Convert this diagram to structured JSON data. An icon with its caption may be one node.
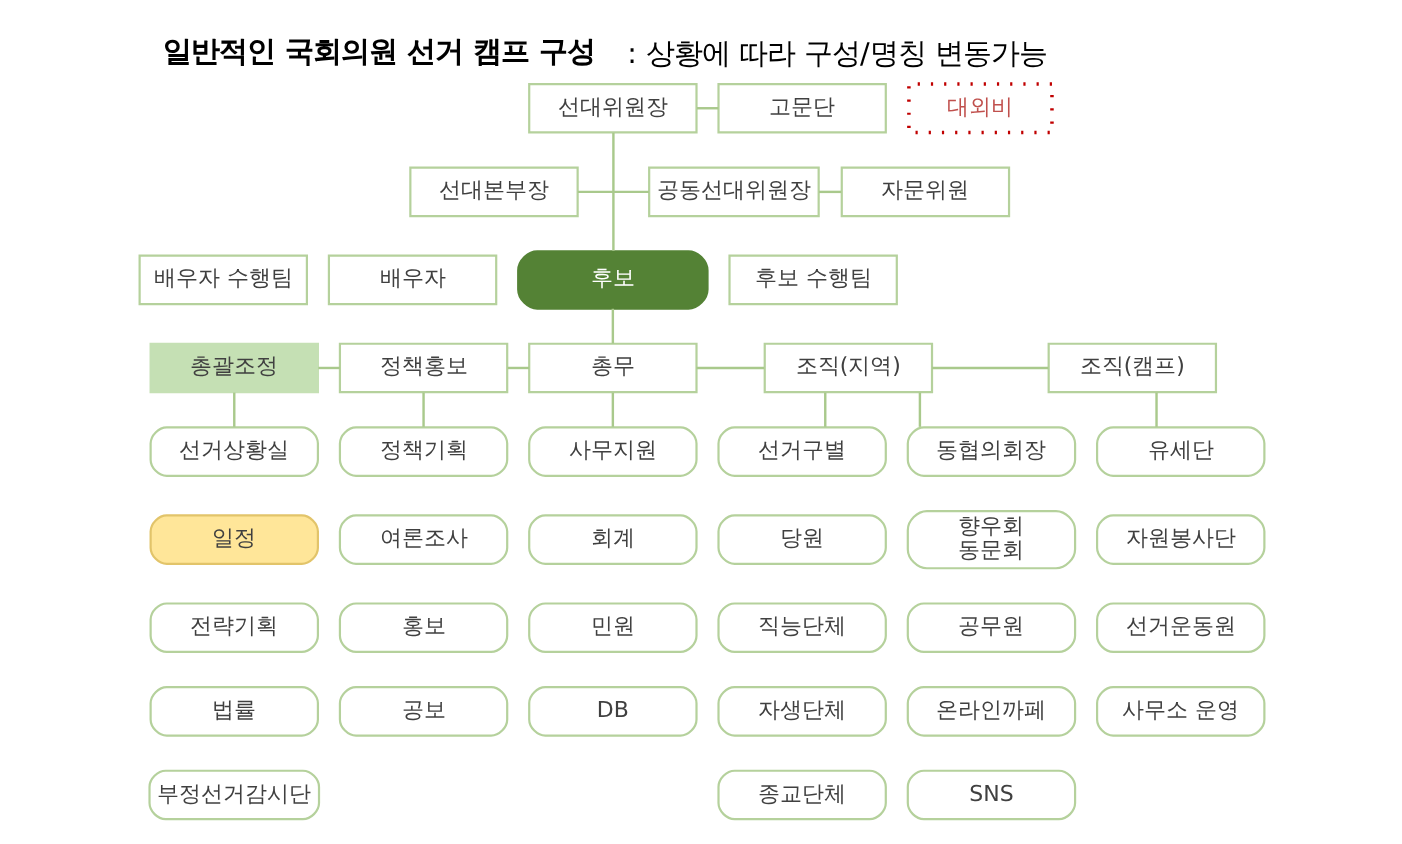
{
  "diagram": {
    "title": "**일반적인 국회의원 선거 캠프 구성** : 상황에 따라 구성/명칭 변동가능",
    "nodes": [
      {
        "text": [
          "대외비"
        ]
      },
      {
        "text": [
          "선대위원장"
        ]
      },
      {
        "text": [
          "고문단"
        ]
      },
      {
        "text": [
          "선대본부장"
        ]
      },
      {
        "text": [
          "공동선대위원장"
        ]
      },
      {
        "text": [
          "자문위원"
        ]
      },
      {
        "text": [
          "배우자 수행팀"
        ]
      },
      {
        "text": [
          "배우자"
        ]
      },
      {
        "text": [
          "후보"
        ]
      },
      {
        "text": [
          "후보 수행팀"
        ]
      },
      {
        "text": [
          "총괄조정"
        ]
      },
      {
        "text": [
          "정책홍보"
        ]
      },
      {
        "text": [
          "총무"
        ]
      },
      {
        "text": [
          "조직(지역)"
        ]
      },
      {
        "text": [
          "조직(캠프)"
        ]
      },
      {
        "text": [
          "선거상황실"
        ]
      },
      {
        "text": [
          "일정"
        ]
      },
      {
        "text": [
          "전략기획"
        ]
      },
      {
        "text": [
          "법률"
        ]
      },
      {
        "text": [
          "부정선거감시단"
        ]
      },
      {
        "text": [
          "정책기획"
        ]
      },
      {
        "text": [
          "여론조사"
        ]
      },
      {
        "text": [
          "홍보"
        ]
      },
      {
        "text": [
          "공보"
        ]
      },
      {
        "text": [
          "사무지원"
        ]
      },
      {
        "text": [
          "회계"
        ]
      },
      {
        "text": [
          "민원"
        ]
      },
      {
        "text": [
          "DB"
        ]
      },
      {
        "text": [
          "선거구별"
        ]
      },
      {
        "text": [
          "동협의회장"
        ]
      },
      {
        "text": [
          "당원"
        ]
      },
      {
        "text": [
          "향우회 동문회"
        ]
      },
      {
        "text": [
          "직능단체"
        ]
      },
      {
        "text": [
          "공무원"
        ]
      },
      {
        "text": [
          "자생단체"
        ]
      },
      {
        "text": [
          "온라인까페"
        ]
      },
      {
        "text": [
          "종교단체"
        ]
      },
      {
        "text": [
          "SNS"
        ]
      },
      {
        "text": [
          "유세단"
        ]
      },
      {
        "text": [
          "자원봉사단"
        ]
      },
      {
        "text": [
          "선거운동원"
        ]
      },
      {
        "text": [
          "사무소 운영"
        ]
      }
    ],
    "edges": [
      {
        "from": 1,
        "to": 2,
        "arrow": "none"
      },
      {
        "from": 1,
        "to": 8,
        "arrow": "none"
      },
      {
        "from": 3,
        "to": 4,
        "arrow": "none"
      },
      {
        "from": 4,
        "to": 5,
        "arrow": "none"
      },
      {
        "from": 8,
        "to": 12,
        "arrow": "none"
      },
      {
        "from": 10,
        "to": 11,
        "arrow": "none"
      },
      {
        "from": 11,
        "to": 12,
        "arrow": "none"
      },
      {
        "from": 12,
        "to": 13,
        "arrow": "none"
      },
      {
        "from": 13,
        "to": 14,
        "arrow": "none"
      },
      {
        "from": 10,
        "to": 15,
        "arrow": "none"
      },
      {
        "from": 11,
        "to": 20,
        "arrow": "none"
      },
      {
        "from": 12,
        "to": 24,
        "arrow": "none"
      },
      {
        "from": 13,
        "to": 28,
        "arrow": "none"
      },
      {
        "from": 13,
        "to": 29,
        "arrow": "none"
      },
      {
        "from": 14,
        "to": 38,
        "arrow": "none"
      }
    ]
  }
}
